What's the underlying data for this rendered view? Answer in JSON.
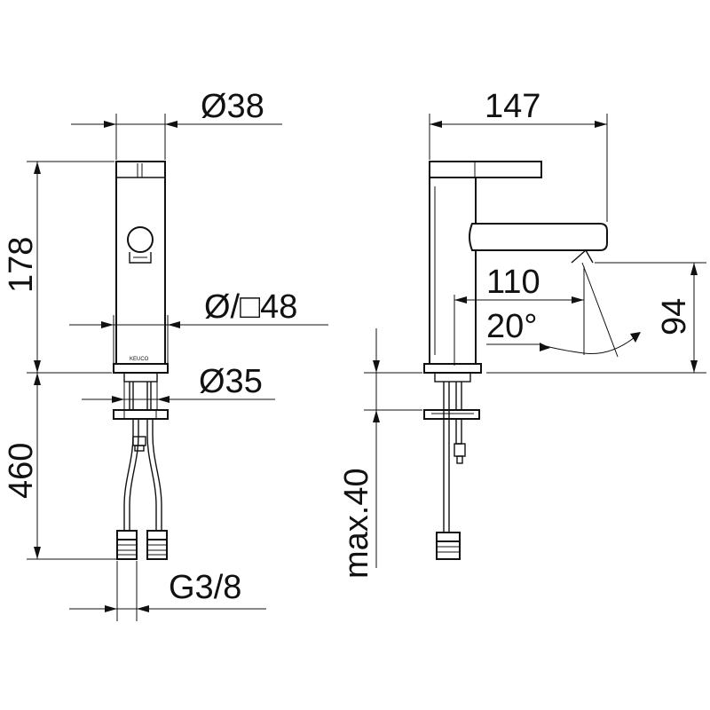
{
  "dimensions": {
    "front_top_diameter": "Ø38",
    "front_height": "178",
    "front_base": "Ø/□48",
    "front_shank_diameter": "Ø35",
    "front_hose_length": "460",
    "front_thread": "G3/8",
    "side_projection": "147",
    "side_spout_reach": "110",
    "side_angle": "20°",
    "side_outlet_height": "94",
    "side_max_thickness": "max.40"
  },
  "brand_mark": "KEUCO"
}
